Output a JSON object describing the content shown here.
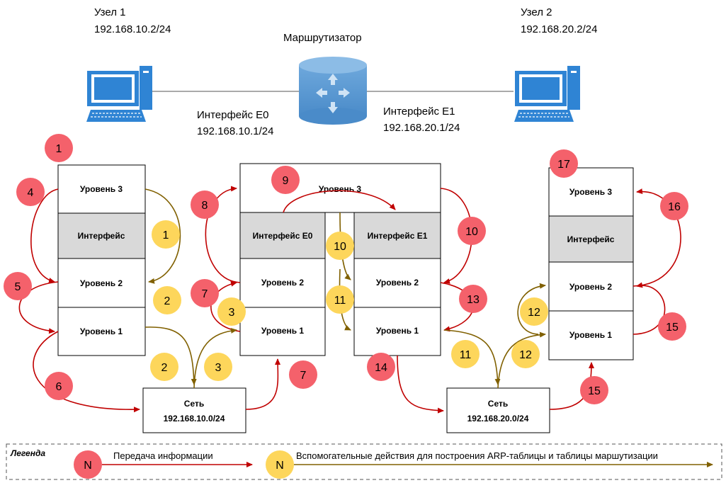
{
  "top": {
    "node1_title": "Узел 1",
    "node1_ip": "192.168.10.2/24",
    "node2_title": "Узел 2",
    "node2_ip": "192.168.20.2/24",
    "router_title": "Маршрутизатор",
    "if_e0_title": "Интерфейс Е0",
    "if_e0_ip": "192.168.10.1/24",
    "if_e1_title": "Интерфейс Е1",
    "if_e1_ip": "192.168.20.1/24"
  },
  "stack_left": {
    "level3": "Уровень 3",
    "interface": "Интерфейс",
    "level2": "Уровень 2",
    "level1": "Уровень 1"
  },
  "stack_router": {
    "level3": "Уровень 3",
    "if_e0": "Интерфейс Е0",
    "if_e1": "Интерфейс Е1",
    "e0_level2": "Уровень 2",
    "e0_level1": "Уровень 1",
    "e1_level2": "Уровень 2",
    "e1_level1": "Уровень 1"
  },
  "stack_right": {
    "level3": "Уровень 3",
    "interface": "Интерфейс",
    "level2": "Уровень 2",
    "level1": "Уровень 1"
  },
  "net1": {
    "title": "Сеть",
    "address": "192.168.10.0/24"
  },
  "net2": {
    "title": "Сеть",
    "address": "192.168.20.0/24"
  },
  "legend": {
    "title": "Легенда",
    "red_marker": "N",
    "red_text": "Передача информации",
    "yellow_marker": "N",
    "yellow_text": "Вспомогательные действия для построения ARP-таблицы и таблицы маршутизации"
  },
  "red_steps": [
    "1",
    "4",
    "5",
    "6",
    "7",
    "7",
    "8",
    "9",
    "10",
    "13",
    "14",
    "15",
    "15",
    "16",
    "17"
  ],
  "yellow_steps": [
    "1",
    "2",
    "2",
    "3",
    "3",
    "10",
    "11",
    "11",
    "12",
    "12"
  ],
  "colors": {
    "red_marker": "#f4616b",
    "red_arrow": "#c00000",
    "yellow_marker": "#fdd65b",
    "yellow_arrow": "#806000",
    "device_blue": "#2f84d4",
    "router_blue": "#5b9bd5",
    "interface_fill": "#d9d9d9"
  },
  "icons": [
    "computer-icon",
    "router-icon",
    "computer-icon"
  ]
}
